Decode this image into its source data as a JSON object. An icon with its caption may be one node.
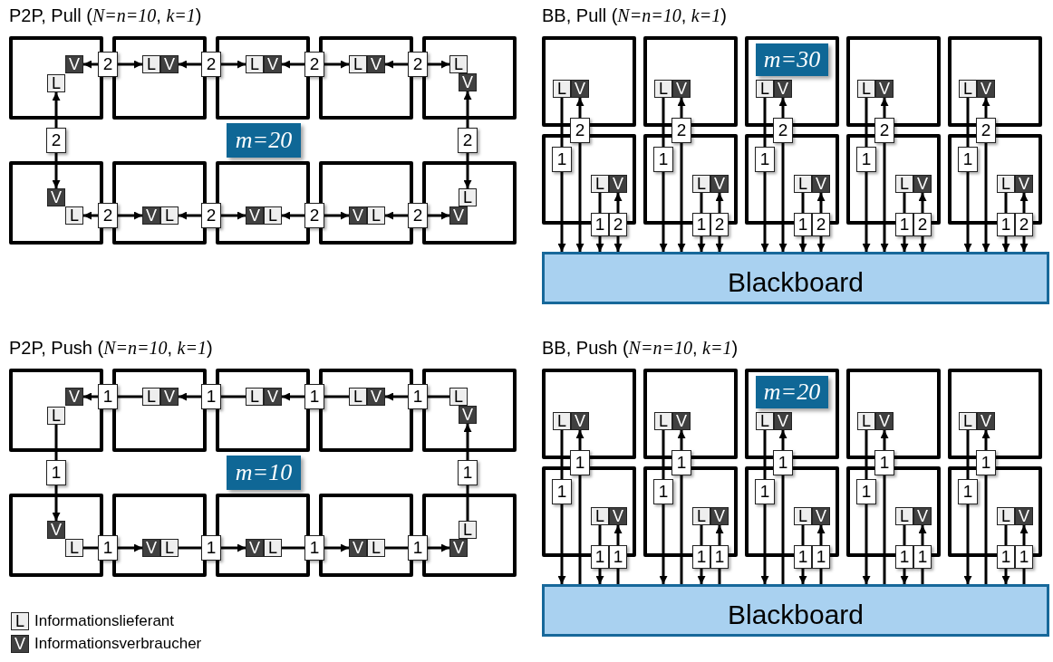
{
  "diagram": {
    "nodes": [
      {
        "text": [],
        "shape": "box"
      },
      {
        "text": [
          "L"
        ],
        "in": 0
      },
      {
        "text": [
          "V"
        ],
        "in": 0
      },
      {
        "text": [],
        "shape": "box"
      },
      {
        "text": [
          "L"
        ],
        "in": 3
      },
      {
        "text": [
          "V"
        ],
        "in": 3
      },
      {
        "text": [],
        "shape": "box"
      },
      {
        "text": [
          "L"
        ],
        "in": 6
      },
      {
        "text": [
          "V"
        ],
        "in": 6
      },
      {
        "text": [],
        "shape": "box"
      },
      {
        "text": [
          "L"
        ],
        "in": 9
      },
      {
        "text": [
          "V"
        ],
        "in": 9
      },
      {
        "text": [],
        "shape": "box"
      },
      {
        "text": [
          "L"
        ],
        "in": 12
      },
      {
        "text": [
          "V"
        ],
        "in": 12
      },
      {
        "text": [],
        "shape": "box"
      },
      {
        "text": [
          "L"
        ],
        "in": 15
      },
      {
        "text": [
          "V"
        ],
        "in": 15
      },
      {
        "text": [],
        "shape": "box"
      },
      {
        "text": [
          "L"
        ],
        "in": 18
      },
      {
        "text": [
          "V"
        ],
        "in": 18
      },
      {
        "text": [],
        "shape": "box"
      },
      {
        "text": [
          "L"
        ],
        "in": 21
      },
      {
        "text": [
          "V"
        ],
        "in": 21
      },
      {
        "text": [],
        "shape": "box"
      },
      {
        "text": [
          "L"
        ],
        "in": 24
      },
      {
        "text": [
          "V"
        ],
        "in": 24
      },
      {
        "text": [],
        "shape": "box"
      },
      {
        "text": [
          "L"
        ],
        "in": 27
      },
      {
        "text": [
          "V"
        ],
        "in": 27
      },
      {
        "text": [
          "2"
        ]
      },
      {
        "text": [
          "2"
        ]
      },
      {
        "text": [
          "2"
        ]
      },
      {
        "text": [
          "2"
        ]
      },
      {
        "text": [
          "2"
        ]
      },
      {
        "text": [
          "2"
        ]
      },
      {
        "text": [
          "2"
        ]
      },
      {
        "text": [
          "2"
        ]
      },
      {
        "text": [
          "2"
        ]
      },
      {
        "text": [
          "2"
        ]
      },
      {
        "text": [
          "m=20"
        ]
      },
      {
        "text": [],
        "shape": "box"
      },
      {
        "text": [
          "L"
        ],
        "in": 41
      },
      {
        "text": [
          "V"
        ],
        "in": 41
      },
      {
        "text": [],
        "shape": "box"
      },
      {
        "text": [
          "L"
        ],
        "in": 44
      },
      {
        "text": [
          "V"
        ],
        "in": 44
      },
      {
        "text": [],
        "shape": "box"
      },
      {
        "text": [
          "L"
        ],
        "in": 47
      },
      {
        "text": [
          "V"
        ],
        "in": 47
      },
      {
        "text": [],
        "shape": "box"
      },
      {
        "text": [
          "L"
        ],
        "in": 50
      },
      {
        "text": [
          "V"
        ],
        "in": 50
      },
      {
        "text": [],
        "shape": "box"
      },
      {
        "text": [
          "L"
        ],
        "in": 53
      },
      {
        "text": [
          "V"
        ],
        "in": 53
      },
      {
        "text": [],
        "shape": "box"
      },
      {
        "text": [
          "L"
        ],
        "in": 56
      },
      {
        "text": [
          "V"
        ],
        "in": 56
      },
      {
        "text": [],
        "shape": "box"
      },
      {
        "text": [
          "L"
        ],
        "in": 59
      },
      {
        "text": [
          "V"
        ],
        "in": 59
      },
      {
        "text": [],
        "shape": "box"
      },
      {
        "text": [
          "L"
        ],
        "in": 62
      },
      {
        "text": [
          "V"
        ],
        "in": 62
      },
      {
        "text": [],
        "shape": "box"
      },
      {
        "text": [
          "L"
        ],
        "in": 65
      },
      {
        "text": [
          "V"
        ],
        "in": 65
      },
      {
        "text": [],
        "shape": "box"
      },
      {
        "text": [
          "L"
        ],
        "in": 68
      },
      {
        "text": [
          "V"
        ],
        "in": 68
      },
      {
        "text": [
          "2"
        ]
      },
      {
        "text": [
          "1"
        ],
        "in": 44
      },
      {
        "text": [
          "1"
        ]
      },
      {
        "text": [
          "2"
        ]
      },
      {
        "text": [
          "2"
        ]
      },
      {
        "text": [
          "1"
        ],
        "in": 50
      },
      {
        "text": [
          "1"
        ]
      },
      {
        "text": [
          "2"
        ]
      },
      {
        "text": [
          "2"
        ]
      },
      {
        "text": [
          "1"
        ],
        "in": 56
      },
      {
        "text": [
          "1"
        ]
      },
      {
        "text": [
          "2"
        ]
      },
      {
        "text": [
          "2"
        ]
      },
      {
        "text": [
          "1"
        ],
        "in": 62
      },
      {
        "text": [
          "1"
        ]
      },
      {
        "text": [
          "2"
        ]
      },
      {
        "text": [
          "2"
        ]
      },
      {
        "text": [
          "1"
        ],
        "in": 68
      },
      {
        "text": [
          "1"
        ]
      },
      {
        "text": [
          "2"
        ]
      },
      {
        "text": [
          "Blackboard"
        ]
      },
      {
        "text": [
          "m=30"
        ],
        "in": 53
      },
      {
        "text": [],
        "shape": "box"
      },
      {
        "text": [
          "L"
        ],
        "in": 93
      },
      {
        "text": [
          "V"
        ],
        "in": 93
      },
      {
        "text": [],
        "shape": "box"
      },
      {
        "text": [
          "L"
        ],
        "in": 96
      },
      {
        "text": [
          "V"
        ],
        "in": 96
      },
      {
        "text": [],
        "shape": "box"
      },
      {
        "text": [
          "L"
        ],
        "in": 99
      },
      {
        "text": [
          "V"
        ],
        "in": 99
      },
      {
        "text": [],
        "shape": "box"
      },
      {
        "text": [
          "L"
        ],
        "in": 102
      },
      {
        "text": [
          "V"
        ],
        "in": 102
      },
      {
        "text": [],
        "shape": "box"
      },
      {
        "text": [
          "L"
        ],
        "in": 105
      },
      {
        "text": [
          "V"
        ],
        "in": 105
      },
      {
        "text": [],
        "shape": "box"
      },
      {
        "text": [
          "L"
        ],
        "in": 108
      },
      {
        "text": [
          "V"
        ],
        "in": 108
      },
      {
        "text": [],
        "shape": "box"
      },
      {
        "text": [
          "L"
        ],
        "in": 111
      },
      {
        "text": [
          "V"
        ],
        "in": 111
      },
      {
        "text": [],
        "shape": "box"
      },
      {
        "text": [
          "L"
        ],
        "in": 114
      },
      {
        "text": [
          "V"
        ],
        "in": 114
      },
      {
        "text": [],
        "shape": "box"
      },
      {
        "text": [
          "L"
        ],
        "in": 117
      },
      {
        "text": [
          "V"
        ],
        "in": 117
      },
      {
        "text": [],
        "shape": "box"
      },
      {
        "text": [
          "L"
        ],
        "in": 120
      },
      {
        "text": [
          "V"
        ],
        "in": 120
      },
      {
        "text": [
          "1"
        ]
      },
      {
        "text": [
          "1"
        ]
      },
      {
        "text": [
          "1"
        ]
      },
      {
        "text": [
          "1"
        ]
      },
      {
        "text": [
          "1"
        ]
      },
      {
        "text": [
          "1"
        ]
      },
      {
        "text": [
          "1"
        ]
      },
      {
        "text": [
          "1"
        ]
      },
      {
        "text": [
          "1"
        ]
      },
      {
        "text": [
          "1"
        ]
      },
      {
        "text": [
          "m=10"
        ]
      },
      {
        "text": [],
        "shape": "box"
      },
      {
        "text": [
          "L"
        ],
        "in": 134
      },
      {
        "text": [
          "V"
        ],
        "in": 134
      },
      {
        "text": [],
        "shape": "box"
      },
      {
        "text": [
          "L"
        ],
        "in": 137
      },
      {
        "text": [
          "V"
        ],
        "in": 137
      },
      {
        "text": [],
        "shape": "box"
      },
      {
        "text": [
          "L"
        ],
        "in": 140
      },
      {
        "text": [
          "V"
        ],
        "in": 140
      },
      {
        "text": [],
        "shape": "box"
      },
      {
        "text": [
          "L"
        ],
        "in": 143
      },
      {
        "text": [
          "V"
        ],
        "in": 143
      },
      {
        "text": [],
        "shape": "box"
      },
      {
        "text": [
          "L"
        ],
        "in": 146
      },
      {
        "text": [
          "V"
        ],
        "in": 146
      },
      {
        "text": [],
        "shape": "box"
      },
      {
        "text": [
          "L"
        ],
        "in": 149
      },
      {
        "text": [
          "V"
        ],
        "in": 149
      },
      {
        "text": [],
        "shape": "box"
      },
      {
        "text": [
          "L"
        ],
        "in": 152
      },
      {
        "text": [
          "V"
        ],
        "in": 152
      },
      {
        "text": [],
        "shape": "box"
      },
      {
        "text": [
          "L"
        ],
        "in": 155
      },
      {
        "text": [
          "V"
        ],
        "in": 155
      },
      {
        "text": [],
        "shape": "box"
      },
      {
        "text": [
          "L"
        ],
        "in": 158
      },
      {
        "text": [
          "V"
        ],
        "in": 158
      },
      {
        "text": [],
        "shape": "box"
      },
      {
        "text": [
          "L"
        ],
        "in": 161
      },
      {
        "text": [
          "V"
        ],
        "in": 161
      },
      {
        "text": [
          "1"
        ]
      },
      {
        "text": [
          "1"
        ],
        "in": 137
      },
      {
        "text": [
          "1"
        ]
      },
      {
        "text": [
          "1"
        ]
      },
      {
        "text": [
          "1"
        ]
      },
      {
        "text": [
          "1"
        ],
        "in": 143
      },
      {
        "text": [
          "1"
        ]
      },
      {
        "text": [
          "1"
        ]
      },
      {
        "text": [
          "1"
        ]
      },
      {
        "text": [
          "1"
        ],
        "in": 149
      },
      {
        "text": [
          "1"
        ]
      },
      {
        "text": [
          "1"
        ]
      },
      {
        "text": [
          "1"
        ]
      },
      {
        "text": [
          "1"
        ],
        "in": 155
      },
      {
        "text": [
          "1"
        ]
      },
      {
        "text": [
          "1"
        ]
      },
      {
        "text": [
          "1"
        ]
      },
      {
        "text": [
          "1"
        ],
        "in": 161
      },
      {
        "text": [
          "1"
        ]
      },
      {
        "text": [
          "1"
        ]
      },
      {
        "text": [
          "Blackboard"
        ]
      },
      {
        "text": [
          "m=20"
        ],
        "in": 146
      }
    ],
    "edges": [
      {
        "from": 30,
        "to": 2,
        "arrow": "to"
      },
      {
        "from": 30,
        "to": 4,
        "arrow": "to"
      },
      {
        "from": 31,
        "to": 5,
        "arrow": "to"
      },
      {
        "from": 31,
        "to": 7,
        "arrow": "to"
      },
      {
        "from": 32,
        "to": 8,
        "arrow": "to"
      },
      {
        "from": 32,
        "to": 10,
        "arrow": "to"
      },
      {
        "from": 33,
        "to": 11,
        "arrow": "to"
      },
      {
        "from": 33,
        "to": 13,
        "arrow": "to"
      },
      {
        "from": 34,
        "to": 1,
        "arrow": "to"
      },
      {
        "from": 34,
        "to": 17,
        "arrow": "to"
      },
      {
        "from": 35,
        "to": 14,
        "arrow": "to"
      },
      {
        "from": 35,
        "to": 28,
        "arrow": "to"
      },
      {
        "from": 36,
        "to": 16,
        "arrow": "to"
      },
      {
        "from": 36,
        "to": 20,
        "arrow": "to"
      },
      {
        "from": 37,
        "to": 19,
        "arrow": "to"
      },
      {
        "from": 37,
        "to": 23,
        "arrow": "to"
      },
      {
        "from": 38,
        "to": 22,
        "arrow": "to"
      },
      {
        "from": 38,
        "to": 26,
        "arrow": "to"
      },
      {
        "from": 39,
        "to": 25,
        "arrow": "to"
      },
      {
        "from": 39,
        "to": 29,
        "arrow": "to"
      },
      {
        "from": 42,
        "to": 72,
        "arrow": "none"
      },
      {
        "from": 72,
        "to": 91,
        "arrow": "to"
      },
      {
        "from": 71,
        "to": 43,
        "arrow": "to"
      },
      {
        "from": 71,
        "to": 91,
        "arrow": "to"
      },
      {
        "from": 45,
        "to": 73,
        "arrow": "none"
      },
      {
        "from": 73,
        "to": 91,
        "arrow": "to"
      },
      {
        "from": 74,
        "to": 46,
        "arrow": "to"
      },
      {
        "from": 74,
        "to": 91,
        "arrow": "to"
      },
      {
        "from": 48,
        "to": 76,
        "arrow": "none"
      },
      {
        "from": 76,
        "to": 91,
        "arrow": "to"
      },
      {
        "from": 75,
        "to": 49,
        "arrow": "to"
      },
      {
        "from": 75,
        "to": 91,
        "arrow": "to"
      },
      {
        "from": 51,
        "to": 77,
        "arrow": "none"
      },
      {
        "from": 77,
        "to": 91,
        "arrow": "to"
      },
      {
        "from": 78,
        "to": 52,
        "arrow": "to"
      },
      {
        "from": 78,
        "to": 91,
        "arrow": "to"
      },
      {
        "from": 54,
        "to": 80,
        "arrow": "none"
      },
      {
        "from": 80,
        "to": 91,
        "arrow": "to"
      },
      {
        "from": 79,
        "to": 55,
        "arrow": "to"
      },
      {
        "from": 79,
        "to": 91,
        "arrow": "to"
      },
      {
        "from": 57,
        "to": 81,
        "arrow": "none"
      },
      {
        "from": 81,
        "to": 91,
        "arrow": "to"
      },
      {
        "from": 82,
        "to": 58,
        "arrow": "to"
      },
      {
        "from": 82,
        "to": 91,
        "arrow": "to"
      },
      {
        "from": 60,
        "to": 84,
        "arrow": "none"
      },
      {
        "from": 84,
        "to": 91,
        "arrow": "to"
      },
      {
        "from": 83,
        "to": 61,
        "arrow": "to"
      },
      {
        "from": 83,
        "to": 91,
        "arrow": "to"
      },
      {
        "from": 63,
        "to": 85,
        "arrow": "none"
      },
      {
        "from": 85,
        "to": 91,
        "arrow": "to"
      },
      {
        "from": 86,
        "to": 64,
        "arrow": "to"
      },
      {
        "from": 86,
        "to": 91,
        "arrow": "to"
      },
      {
        "from": 66,
        "to": 88,
        "arrow": "none"
      },
      {
        "from": 88,
        "to": 91,
        "arrow": "to"
      },
      {
        "from": 87,
        "to": 67,
        "arrow": "to"
      },
      {
        "from": 87,
        "to": 91,
        "arrow": "to"
      },
      {
        "from": 69,
        "to": 89,
        "arrow": "none"
      },
      {
        "from": 89,
        "to": 91,
        "arrow": "to"
      },
      {
        "from": 90,
        "to": 70,
        "arrow": "to"
      },
      {
        "from": 90,
        "to": 91,
        "arrow": "to"
      },
      {
        "from": 97,
        "to": 123,
        "arrow": "none"
      },
      {
        "from": 123,
        "to": 95,
        "arrow": "to"
      },
      {
        "from": 100,
        "to": 124,
        "arrow": "none"
      },
      {
        "from": 124,
        "to": 98,
        "arrow": "to"
      },
      {
        "from": 103,
        "to": 125,
        "arrow": "none"
      },
      {
        "from": 125,
        "to": 101,
        "arrow": "to"
      },
      {
        "from": 106,
        "to": 126,
        "arrow": "none"
      },
      {
        "from": 126,
        "to": 104,
        "arrow": "to"
      },
      {
        "from": 94,
        "to": 127,
        "arrow": "none"
      },
      {
        "from": 127,
        "to": 110,
        "arrow": "to"
      },
      {
        "from": 121,
        "to": 128,
        "arrow": "none"
      },
      {
        "from": 128,
        "to": 107,
        "arrow": "to"
      },
      {
        "from": 109,
        "to": 129,
        "arrow": "none"
      },
      {
        "from": 129,
        "to": 113,
        "arrow": "to"
      },
      {
        "from": 112,
        "to": 130,
        "arrow": "none"
      },
      {
        "from": 130,
        "to": 116,
        "arrow": "to"
      },
      {
        "from": 115,
        "to": 131,
        "arrow": "none"
      },
      {
        "from": 131,
        "to": 119,
        "arrow": "to"
      },
      {
        "from": 118,
        "to": 132,
        "arrow": "none"
      },
      {
        "from": 132,
        "to": 122,
        "arrow": "to"
      },
      {
        "from": 135,
        "to": 165,
        "arrow": "none"
      },
      {
        "from": 165,
        "to": 184,
        "arrow": "to"
      },
      {
        "from": 184,
        "to": 164,
        "arrow": "none"
      },
      {
        "from": 164,
        "to": 136,
        "arrow": "to"
      },
      {
        "from": 138,
        "to": 166,
        "arrow": "none"
      },
      {
        "from": 166,
        "to": 184,
        "arrow": "to"
      },
      {
        "from": 184,
        "to": 167,
        "arrow": "none"
      },
      {
        "from": 167,
        "to": 139,
        "arrow": "to"
      },
      {
        "from": 141,
        "to": 169,
        "arrow": "none"
      },
      {
        "from": 169,
        "to": 184,
        "arrow": "to"
      },
      {
        "from": 184,
        "to": 168,
        "arrow": "none"
      },
      {
        "from": 168,
        "to": 142,
        "arrow": "to"
      },
      {
        "from": 144,
        "to": 170,
        "arrow": "none"
      },
      {
        "from": 170,
        "to": 184,
        "arrow": "to"
      },
      {
        "from": 184,
        "to": 171,
        "arrow": "none"
      },
      {
        "from": 171,
        "to": 145,
        "arrow": "to"
      },
      {
        "from": 147,
        "to": 173,
        "arrow": "none"
      },
      {
        "from": 173,
        "to": 184,
        "arrow": "to"
      },
      {
        "from": 184,
        "to": 172,
        "arrow": "none"
      },
      {
        "from": 172,
        "to": 148,
        "arrow": "to"
      },
      {
        "from": 150,
        "to": 174,
        "arrow": "none"
      },
      {
        "from": 174,
        "to": 184,
        "arrow": "to"
      },
      {
        "from": 184,
        "to": 175,
        "arrow": "none"
      },
      {
        "from": 175,
        "to": 151,
        "arrow": "to"
      },
      {
        "from": 153,
        "to": 177,
        "arrow": "none"
      },
      {
        "from": 177,
        "to": 184,
        "arrow": "to"
      },
      {
        "from": 184,
        "to": 176,
        "arrow": "none"
      },
      {
        "from": 176,
        "to": 154,
        "arrow": "to"
      },
      {
        "from": 156,
        "to": 178,
        "arrow": "none"
      },
      {
        "from": 178,
        "to": 184,
        "arrow": "to"
      },
      {
        "from": 184,
        "to": 179,
        "arrow": "none"
      },
      {
        "from": 179,
        "to": 157,
        "arrow": "to"
      },
      {
        "from": 159,
        "to": 181,
        "arrow": "none"
      },
      {
        "from": 181,
        "to": 184,
        "arrow": "to"
      },
      {
        "from": 184,
        "to": 180,
        "arrow": "none"
      },
      {
        "from": 180,
        "to": 160,
        "arrow": "to"
      },
      {
        "from": 162,
        "to": 182,
        "arrow": "none"
      },
      {
        "from": 182,
        "to": 184,
        "arrow": "to"
      },
      {
        "from": 184,
        "to": 183,
        "arrow": "none"
      },
      {
        "from": 183,
        "to": 163,
        "arrow": "to"
      }
    ],
    "labels": [
      "P2P, Pull (*N=n=10*, *k=1*)",
      "BB, Pull (*N=n=10*, *k=1*)",
      "P2P, Push (*N=n=10*, *k=1*)",
      "BB, Push (*N=n=10*, *k=1*)",
      "L",
      "V"
    ],
    "legend": [
      {
        "text": "Informationslieferant",
        "color": "#eeeeee"
      },
      {
        "text": "Informationsverbraucher",
        "color": "#404040"
      }
    ]
  }
}
